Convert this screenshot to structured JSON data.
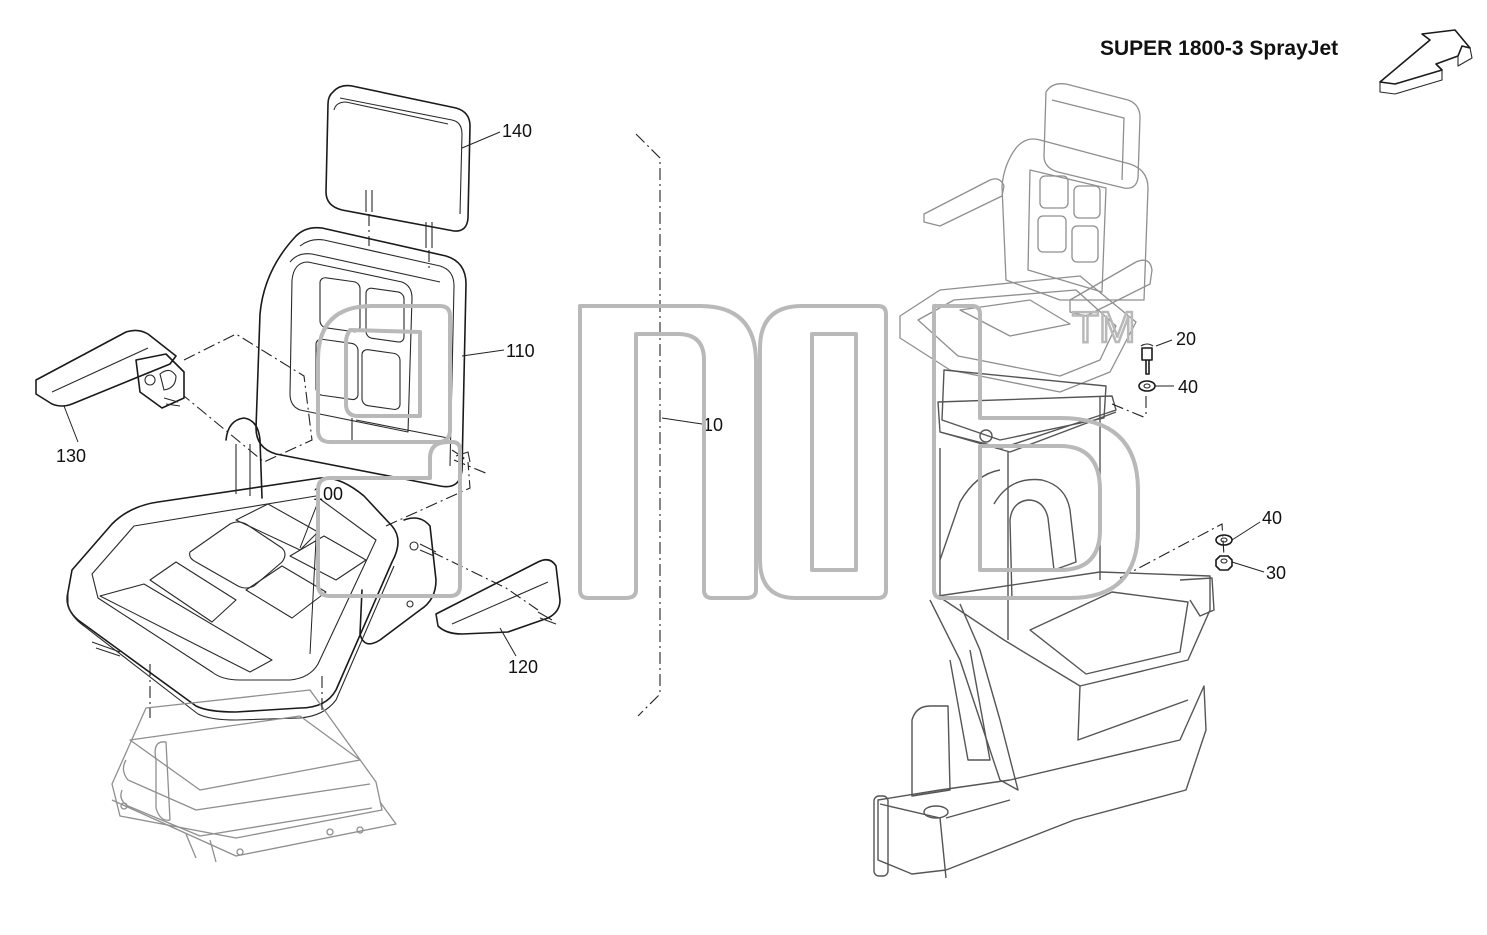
{
  "title": "SUPER 1800-3 SprayJet",
  "callouts": {
    "c140": "140",
    "c110": "110",
    "c130": "130",
    "c100": "100",
    "c120": "120",
    "c10": "10",
    "c20": "20",
    "c40a": "40",
    "c40b": "40",
    "c30": "30"
  },
  "watermark": {
    "trademark": "TM"
  },
  "icons": {
    "direction": "arrow-icon"
  }
}
